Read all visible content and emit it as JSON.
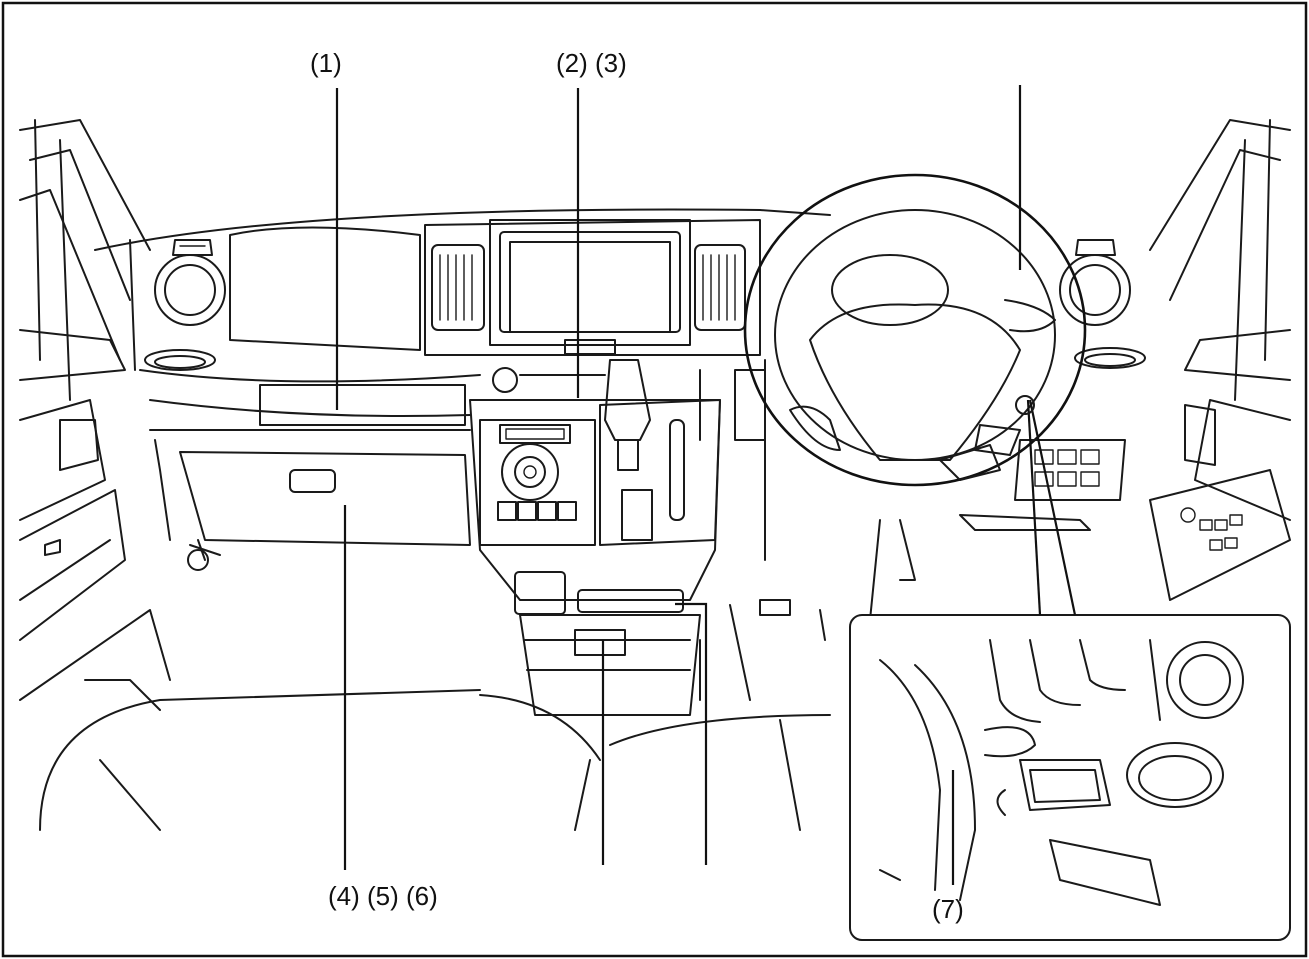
{
  "labels": {
    "l1": "(1)",
    "l23": "(2) (3)",
    "l456": "(4) (5) (6)",
    "l7": "(7)"
  },
  "colors": {
    "line": "#1a1a1a",
    "background": "#ffffff"
  }
}
